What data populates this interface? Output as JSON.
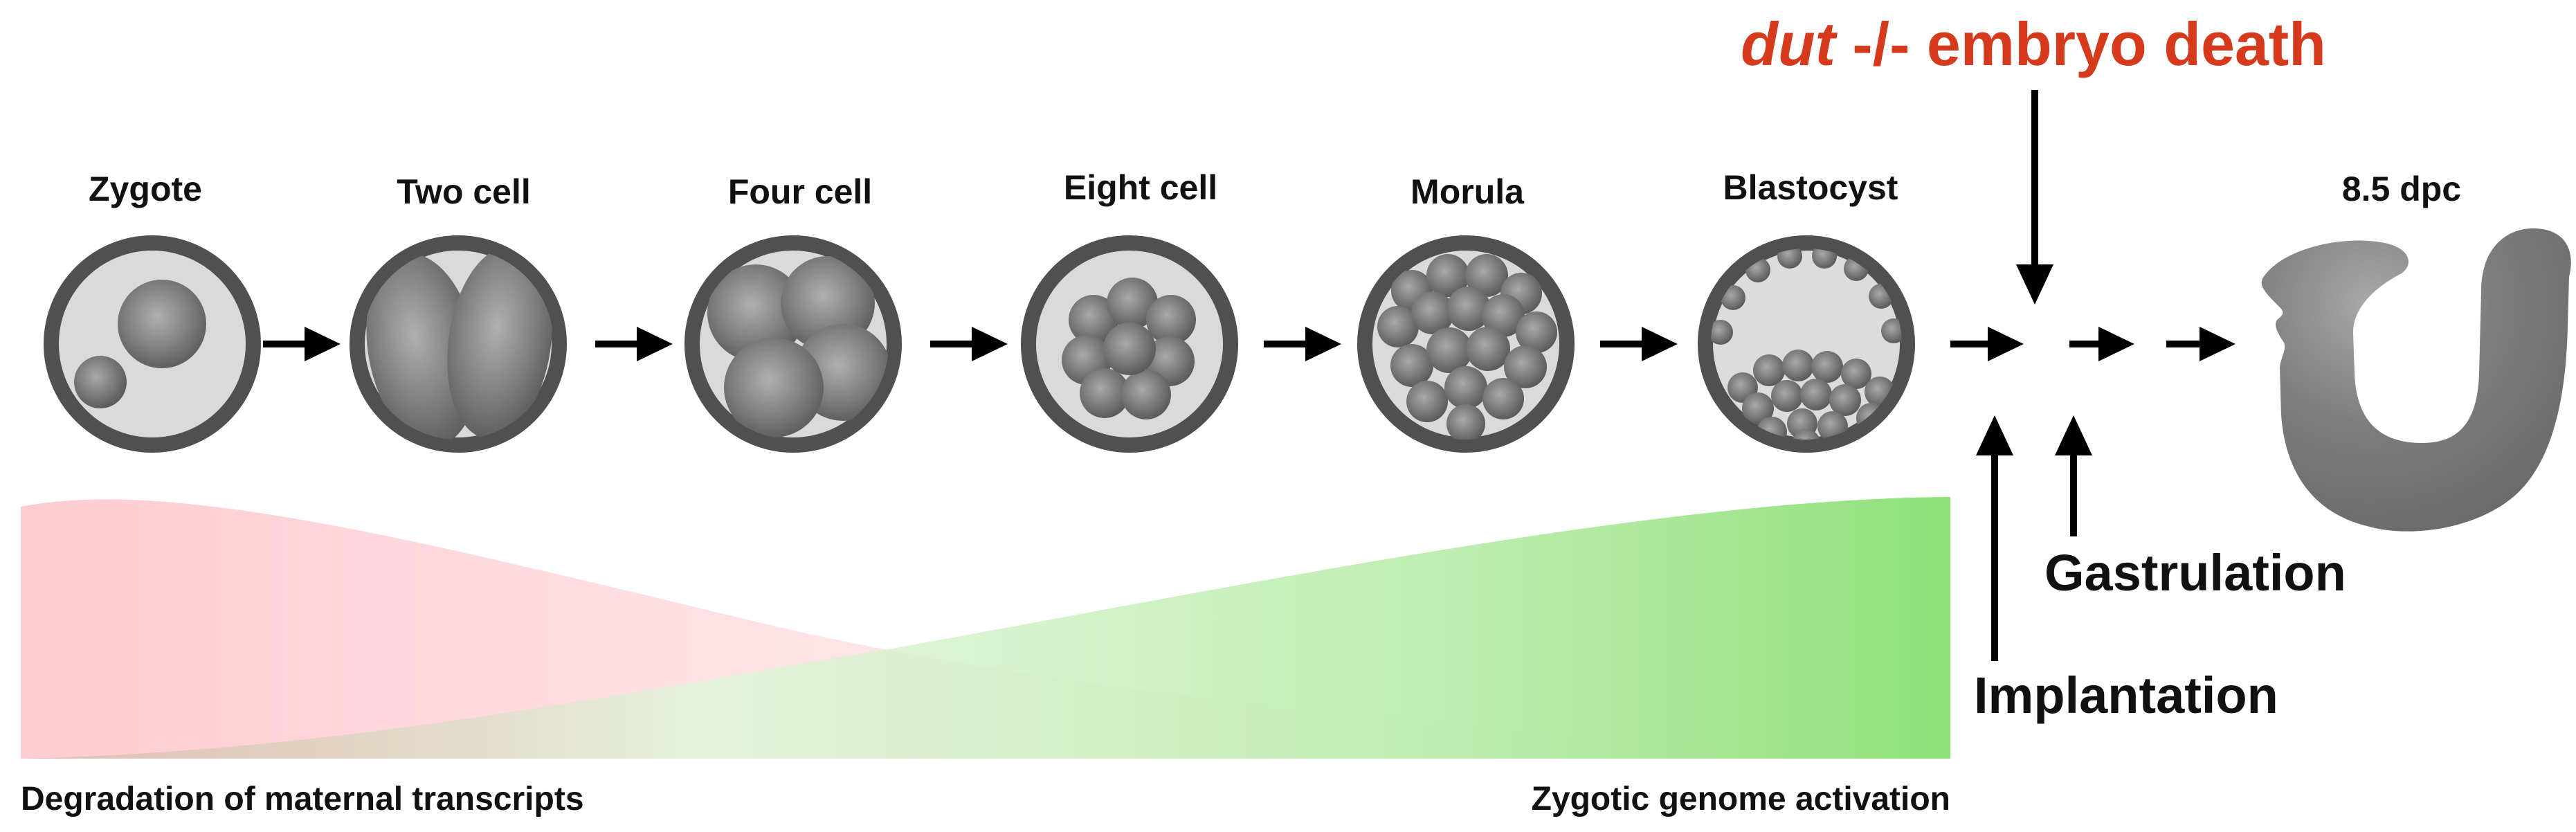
{
  "stages": [
    {
      "key": "zygote",
      "label": "Zygote"
    },
    {
      "key": "two_cell",
      "label": "Two cell"
    },
    {
      "key": "four_cell",
      "label": "Four cell"
    },
    {
      "key": "eight_cell",
      "label": "Eight cell"
    },
    {
      "key": "morula",
      "label": "Morula"
    },
    {
      "key": "blastocyst",
      "label": "Blastocyst"
    },
    {
      "key": "dpc",
      "label": "8.5 dpc"
    }
  ],
  "events": {
    "death_gene": "dut",
    "death_rest": " -/- embryo death",
    "gastrulation": "Gastrulation",
    "implantation": "Implantation"
  },
  "bands": {
    "maternal": "Degradation of maternal transcripts",
    "zygotic": "Zygotic genome activation"
  },
  "colors": {
    "death_text": "#d63a1c",
    "maternal_band": "#ffc8cf",
    "zygotic_band": "#8fe07a",
    "zona": "#505050",
    "cell": "#7a7a7a"
  }
}
